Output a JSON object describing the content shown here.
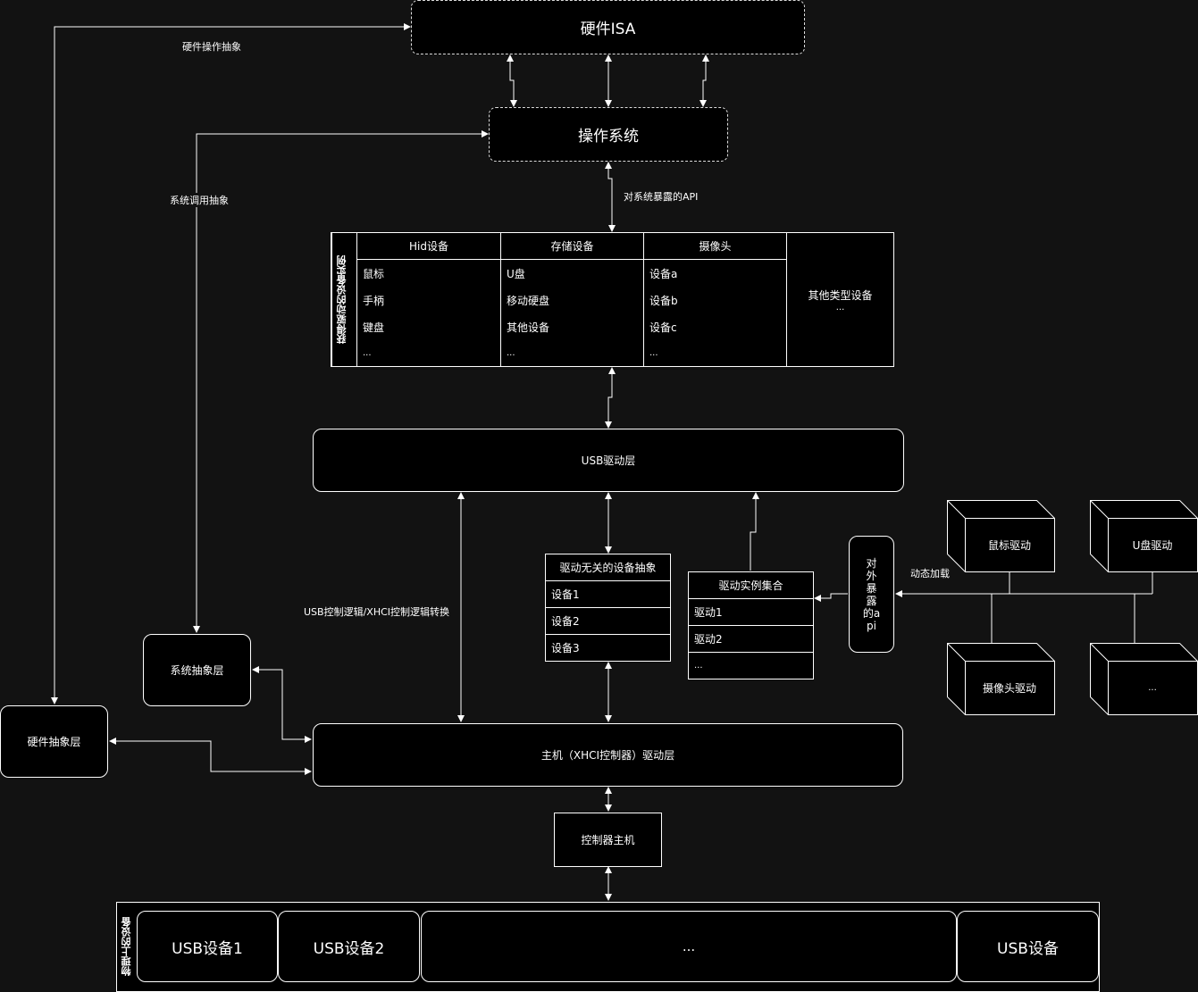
{
  "nodes": {
    "hardware_isa": "硬件ISA",
    "os": "操作系统",
    "usb_driver_layer": "USB驱动层",
    "host_driver_layer": "主机（XHCI控制器）驱动层",
    "controller_host": "控制器主机",
    "system_abstraction": "系统抽象层",
    "hardware_abstraction": "硬件抽象层",
    "external_api": "对外暴露的api"
  },
  "edge_labels": {
    "hw_op_abstraction": "硬件操作抽象",
    "syscall_abstraction": "系统调用抽象",
    "system_api": "对系统暴露的API",
    "usb_xhci_conversion": "USB控制逻辑/XHCI控制逻辑转换",
    "dynamic_load": "动态加载"
  },
  "device_instances": {
    "side_title": "获得驱动的设备实例",
    "columns": [
      {
        "header": "Hid设备",
        "items": [
          "鼠标",
          "手柄",
          "键盘",
          "..."
        ]
      },
      {
        "header": "存储设备",
        "items": [
          "U盘",
          "移动硬盘",
          "其他设备",
          "..."
        ]
      },
      {
        "header": "摄像头",
        "items": [
          "设备a",
          "设备b",
          "设备c",
          "..."
        ]
      }
    ],
    "other": [
      "其他类型设备",
      "..."
    ]
  },
  "driver_agnostic": {
    "title": "驱动无关的设备抽象",
    "items": [
      "设备1",
      "设备2",
      "设备3"
    ]
  },
  "driver_instances": {
    "title": "驱动实例集合",
    "items": [
      "驱动1",
      "驱动2",
      "..."
    ]
  },
  "drivers": [
    "鼠标驱动",
    "U盘驱动",
    "摄像头驱动",
    "..."
  ],
  "physical_devices": {
    "side_title": "物理上的设备",
    "items": [
      "USB设备1",
      "USB设备2",
      "...",
      "USB设备"
    ]
  },
  "colors": {
    "background": "#121212",
    "box_fill": "#000000",
    "stroke": "#ffffff"
  }
}
